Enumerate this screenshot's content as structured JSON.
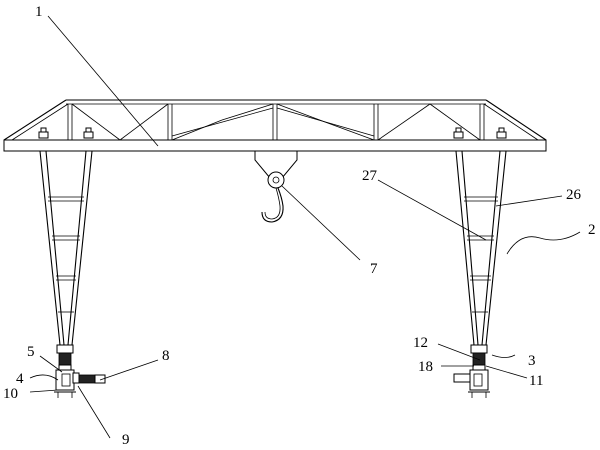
{
  "labels": {
    "l1": "1",
    "l2": "2",
    "l3": "3",
    "l4": "4",
    "l5": "5",
    "l7": "7",
    "l8": "8",
    "l9": "9",
    "l10": "10",
    "l11": "11",
    "l12": "12",
    "l18": "18",
    "l26": "26",
    "l27": "27"
  }
}
